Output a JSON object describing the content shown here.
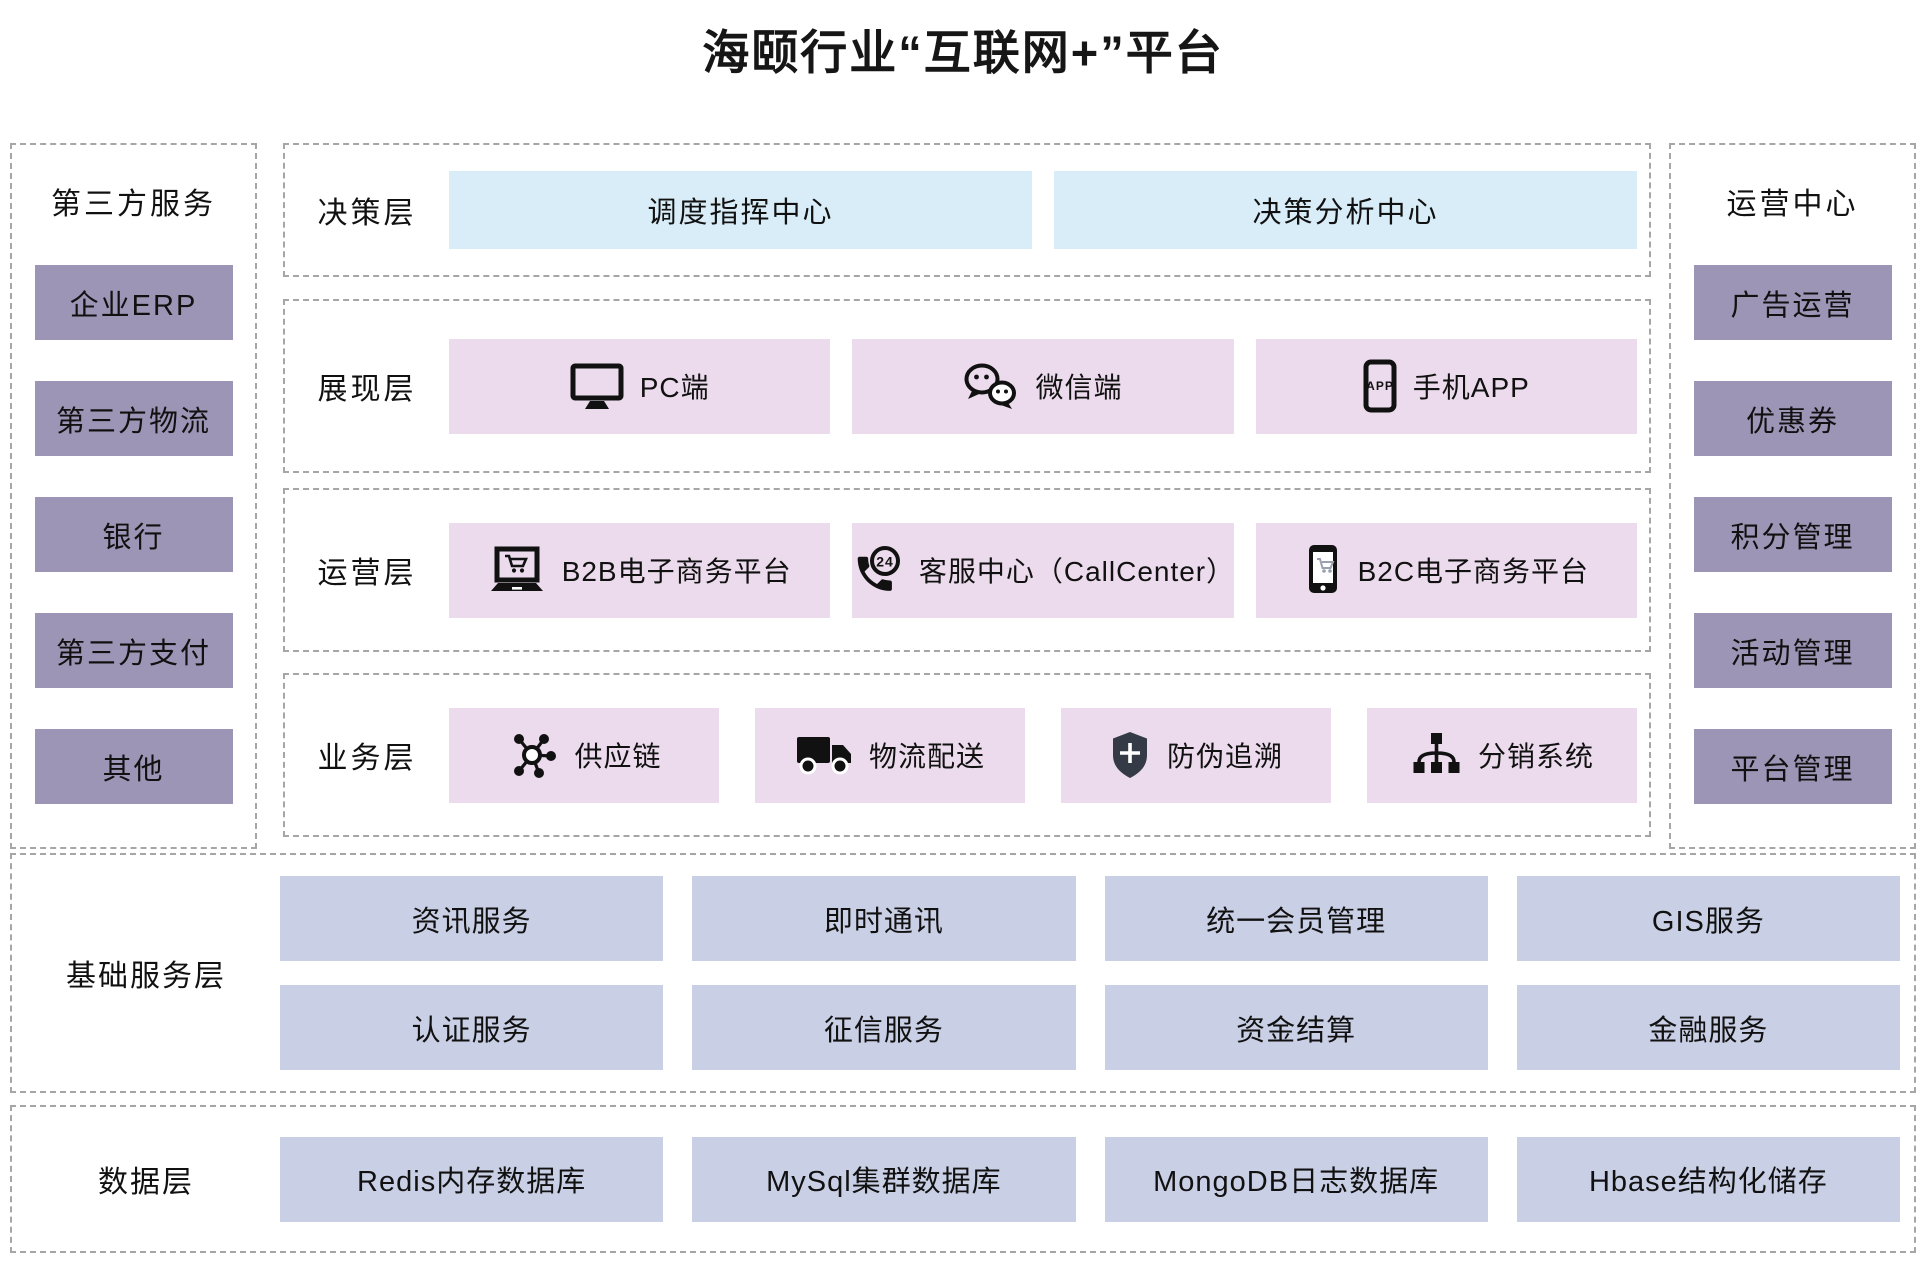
{
  "title": "海颐行业“互联网+”平台",
  "colors": {
    "purple_box": "#9d95b6",
    "blue_box": "#d9edf8",
    "pink_box": "#ecdbec",
    "periwinkle_box": "#c9cfe5",
    "dashed_border": "#a6a6a6",
    "icon_ink": "#111111",
    "shield_fill": "#343a46"
  },
  "left_panel": {
    "title": "第三方服务",
    "items": [
      "企业ERP",
      "第三方物流",
      "银行",
      "第三方支付",
      "其他"
    ]
  },
  "right_panel": {
    "title": "运营中心",
    "items": [
      "广告运营",
      "优惠券",
      "积分管理",
      "活动管理",
      "平台管理"
    ]
  },
  "layers": [
    {
      "label": "决策层",
      "items": [
        {
          "text": "调度指挥中心"
        },
        {
          "text": "决策分析中心"
        }
      ]
    },
    {
      "label": "展现层",
      "items": [
        {
          "icon": "monitor-icon",
          "text": "PC端"
        },
        {
          "icon": "wechat-icon",
          "text": "微信端"
        },
        {
          "icon": "phone-app-icon",
          "text": "手机APP"
        }
      ]
    },
    {
      "label": "运营层",
      "items": [
        {
          "icon": "laptop-cart-icon",
          "text": "B2B电子商务平台"
        },
        {
          "icon": "phone-24-icon",
          "text": "客服中心（CallCenter）"
        },
        {
          "icon": "mobile-cart-icon",
          "text": "B2C电子商务平台"
        }
      ]
    },
    {
      "label": "业务层",
      "items": [
        {
          "icon": "network-hub-icon",
          "text": "供应链"
        },
        {
          "icon": "truck-icon",
          "text": "物流配送"
        },
        {
          "icon": "shield-icon",
          "text": "防伪追溯"
        },
        {
          "icon": "sitemap-icon",
          "text": "分销系统"
        }
      ]
    }
  ],
  "base_service_layer": {
    "label": "基础服务层",
    "rows": [
      [
        "资讯服务",
        "即时通讯",
        "统一会员管理",
        "GIS服务"
      ],
      [
        "认证服务",
        "征信服务",
        "资金结算",
        "金融服务"
      ]
    ]
  },
  "data_layer": {
    "label": "数据层",
    "items": [
      "Redis内存数据库",
      "MySql集群数据库",
      "MongoDB日志数据库",
      "Hbase结构化储存"
    ]
  }
}
